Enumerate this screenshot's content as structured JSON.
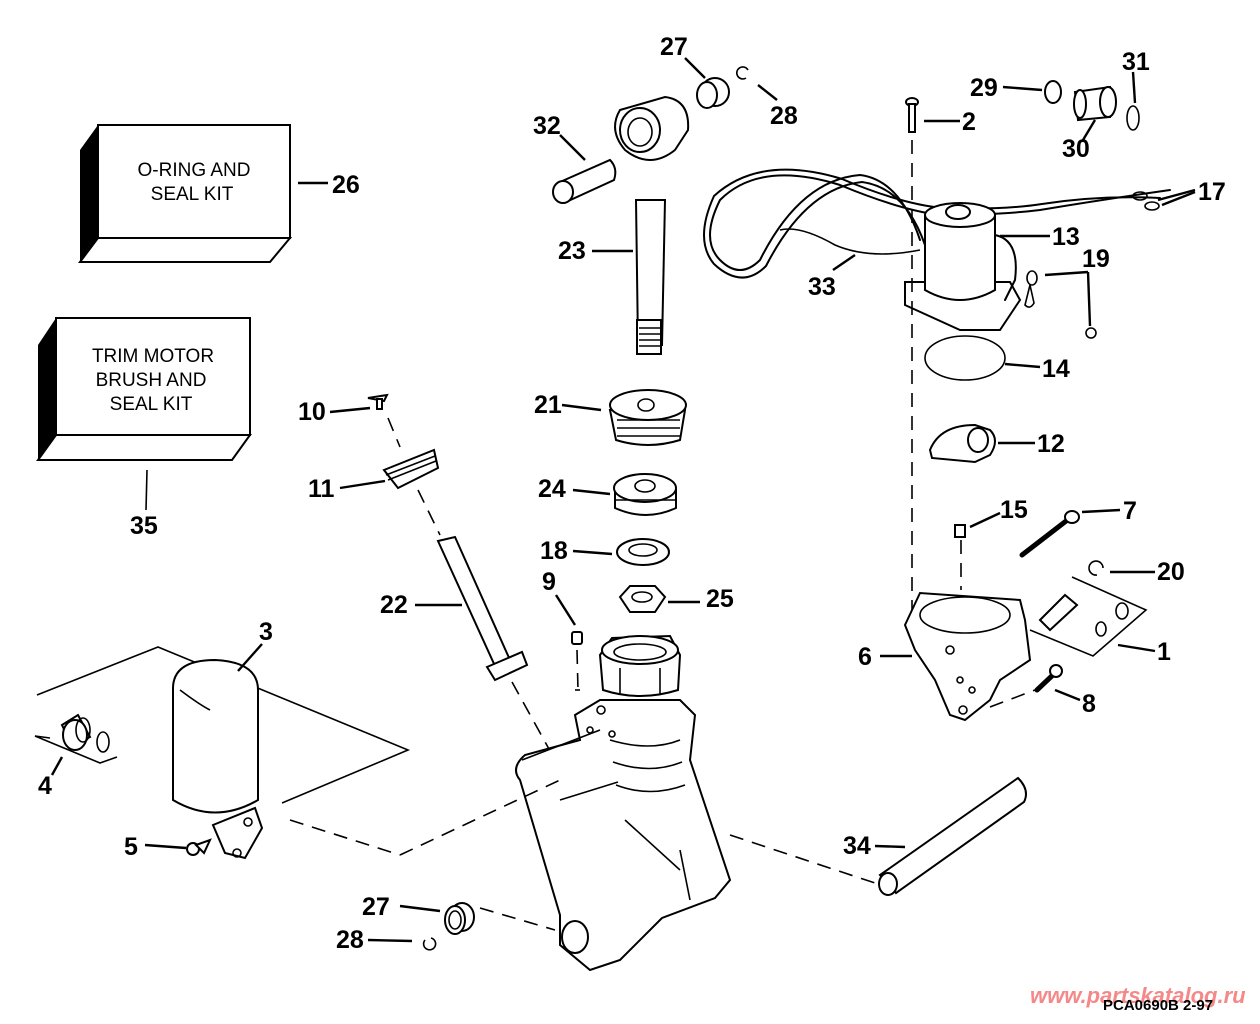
{
  "diagram": {
    "title": "Power Trim/Tilt Exploded Parts Diagram",
    "kits": [
      {
        "id": "26",
        "lines": [
          "O-RING AND",
          "SEAL KIT"
        ]
      },
      {
        "id": "35",
        "lines": [
          "TRIM MOTOR",
          "BRUSH AND",
          "SEAL KIT"
        ]
      }
    ],
    "callouts": {
      "c1": "1",
      "c2": "2",
      "c3": "3",
      "c4": "4",
      "c5": "5",
      "c6": "6",
      "c7": "7",
      "c8": "8",
      "c9": "9",
      "c10": "10",
      "c11": "11",
      "c12": "12",
      "c13": "13",
      "c14": "14",
      "c15": "15",
      "c17": "17",
      "c18": "18",
      "c19": "19",
      "c20": "20",
      "c21": "21",
      "c22": "22",
      "c23": "23",
      "c24": "24",
      "c25": "25",
      "c26": "26",
      "c27a": "27",
      "c27b": "27",
      "c28a": "28",
      "c28b": "28",
      "c29": "29",
      "c30": "30",
      "c31": "31",
      "c32": "32",
      "c33": "33",
      "c34": "34",
      "c35": "35"
    },
    "figure_code": "PCA0690B  2-97",
    "watermark": "www.partskatalog.ru",
    "watermark_color": "#f47c7c"
  }
}
